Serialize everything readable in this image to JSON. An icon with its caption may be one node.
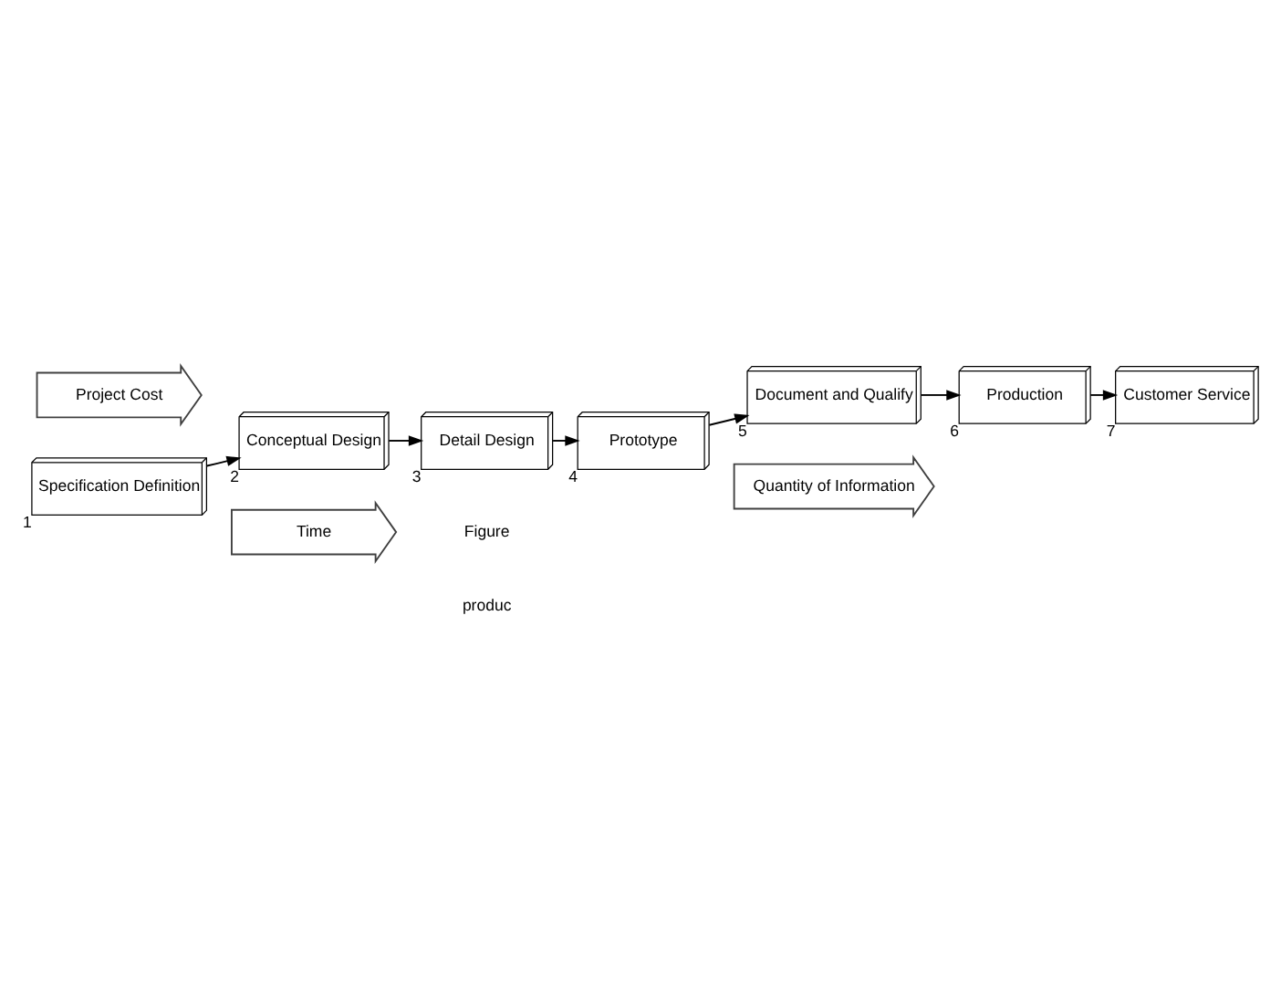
{
  "diagram": {
    "nodes": [
      {
        "text": [
          "Specification Definition"
        ],
        "beside": [
          "1"
        ]
      },
      {
        "text": [
          "Conceptual Design"
        ],
        "beside": [
          "2"
        ]
      },
      {
        "text": [
          "Detail Design"
        ],
        "beside": [
          "3"
        ]
      },
      {
        "text": [
          "Prototype"
        ],
        "beside": [
          "4"
        ]
      },
      {
        "text": [
          "Document and Qualify"
        ],
        "beside": [
          "5"
        ]
      },
      {
        "text": [
          "Production"
        ],
        "beside": [
          "6"
        ]
      },
      {
        "text": [
          "Customer Service"
        ],
        "beside": [
          "7"
        ]
      },
      {
        "text": [
          "Project Cost"
        ]
      },
      {
        "text": [
          "Quantity of Information"
        ]
      },
      {
        "text": [
          "Time"
        ]
      }
    ],
    "edges": [
      {
        "from": 0,
        "to": 1,
        "arrow": "to"
      },
      {
        "from": 1,
        "to": 2,
        "arrow": "to"
      },
      {
        "from": 2,
        "to": 3,
        "arrow": "to"
      },
      {
        "from": 3,
        "to": 4,
        "arrow": "to"
      },
      {
        "from": 4,
        "to": 5,
        "arrow": "to"
      },
      {
        "from": 5,
        "to": 6,
        "arrow": "to"
      }
    ],
    "labels": [
      "Figure",
      "produc"
    ]
  }
}
